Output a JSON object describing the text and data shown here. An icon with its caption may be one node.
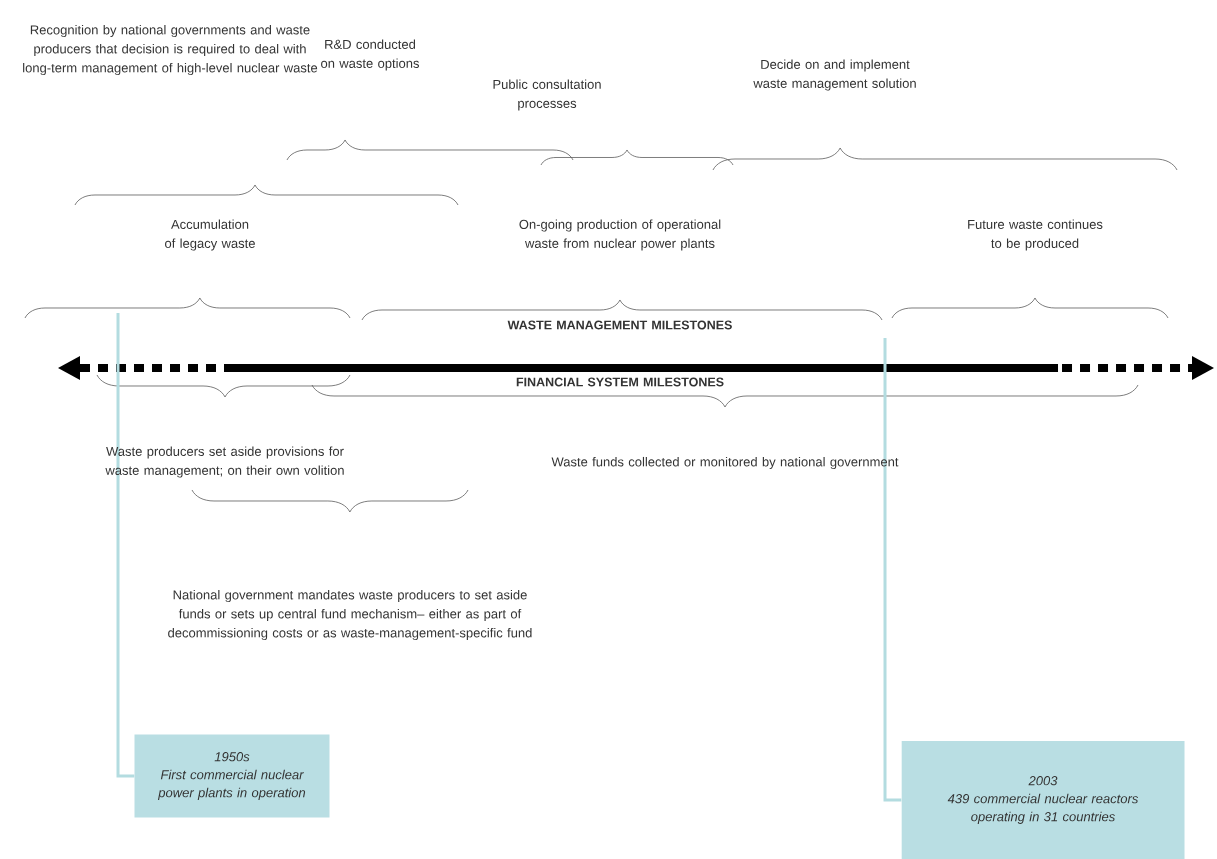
{
  "diagram": {
    "nodes": [
      {
        "text": [
          "1950s",
          "First commercial nuclear power plants in operation"
        ]
      },
      {
        "text": [
          "2003",
          "439 commercial nuclear reactors operating in 31 countries"
        ]
      }
    ],
    "edges": [
      {
        "from": 0,
        "to": null,
        "arrow": "none"
      },
      {
        "from": 1,
        "to": null,
        "arrow": "none"
      }
    ],
    "labels": [
      "Recognition by national governments and waste producers that decision is required to deal with long-term management of high-level nuclear waste",
      "R&D conducted on waste options",
      "Public consultation processes",
      "Decide on and implement waste management solution",
      "Accumulation of legacy waste",
      "On-going production of operational waste from nuclear power plants",
      "Future waste continues to be produced",
      "WASTE MANAGEMENT MILESTONES",
      "FINANCIAL SYSTEM MILESTONES",
      "Waste producers set aside provisions for waste management; on their own volition",
      "Waste funds collected or monitored by national government",
      "National government mandates waste producers to set aside funds or sets up central fund mechanism– either as part of decommissioning costs or as waste-management-specific fund"
    ]
  }
}
